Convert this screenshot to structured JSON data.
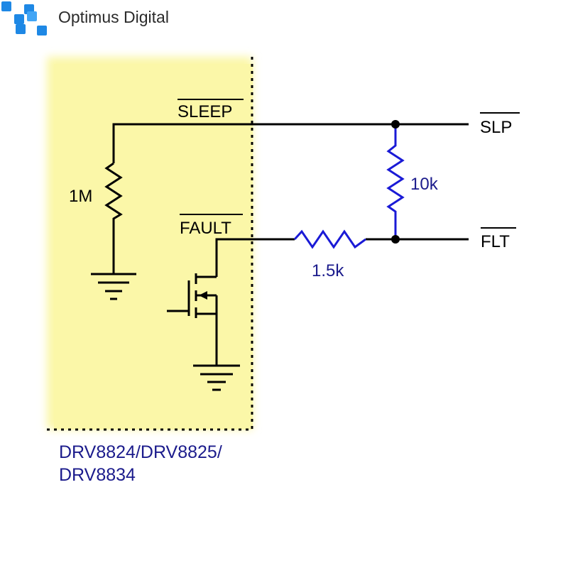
{
  "brand": {
    "name": "Optimus Digital",
    "logo": "optimus-digital-logo",
    "logo_color": "#1e88e5",
    "text_color": "#2b2b2b"
  },
  "schematic": {
    "signals": {
      "sleep_label": "SLEEP",
      "fault_label": "FAULT",
      "slp_label": "SLP",
      "flt_label": "FLT"
    },
    "resistors": {
      "r_sleep_pulldown": "1M",
      "r_pullup": "10k",
      "r_series": "1.5k"
    },
    "chip_caption_line1": "DRV8824/DRV8825/",
    "chip_caption_line2": "DRV8834",
    "colors": {
      "chip_fill": "#fbf7a8",
      "wire": "#000000",
      "added_parts": "#1a1ad6",
      "caption": "#1b1b8c"
    }
  }
}
